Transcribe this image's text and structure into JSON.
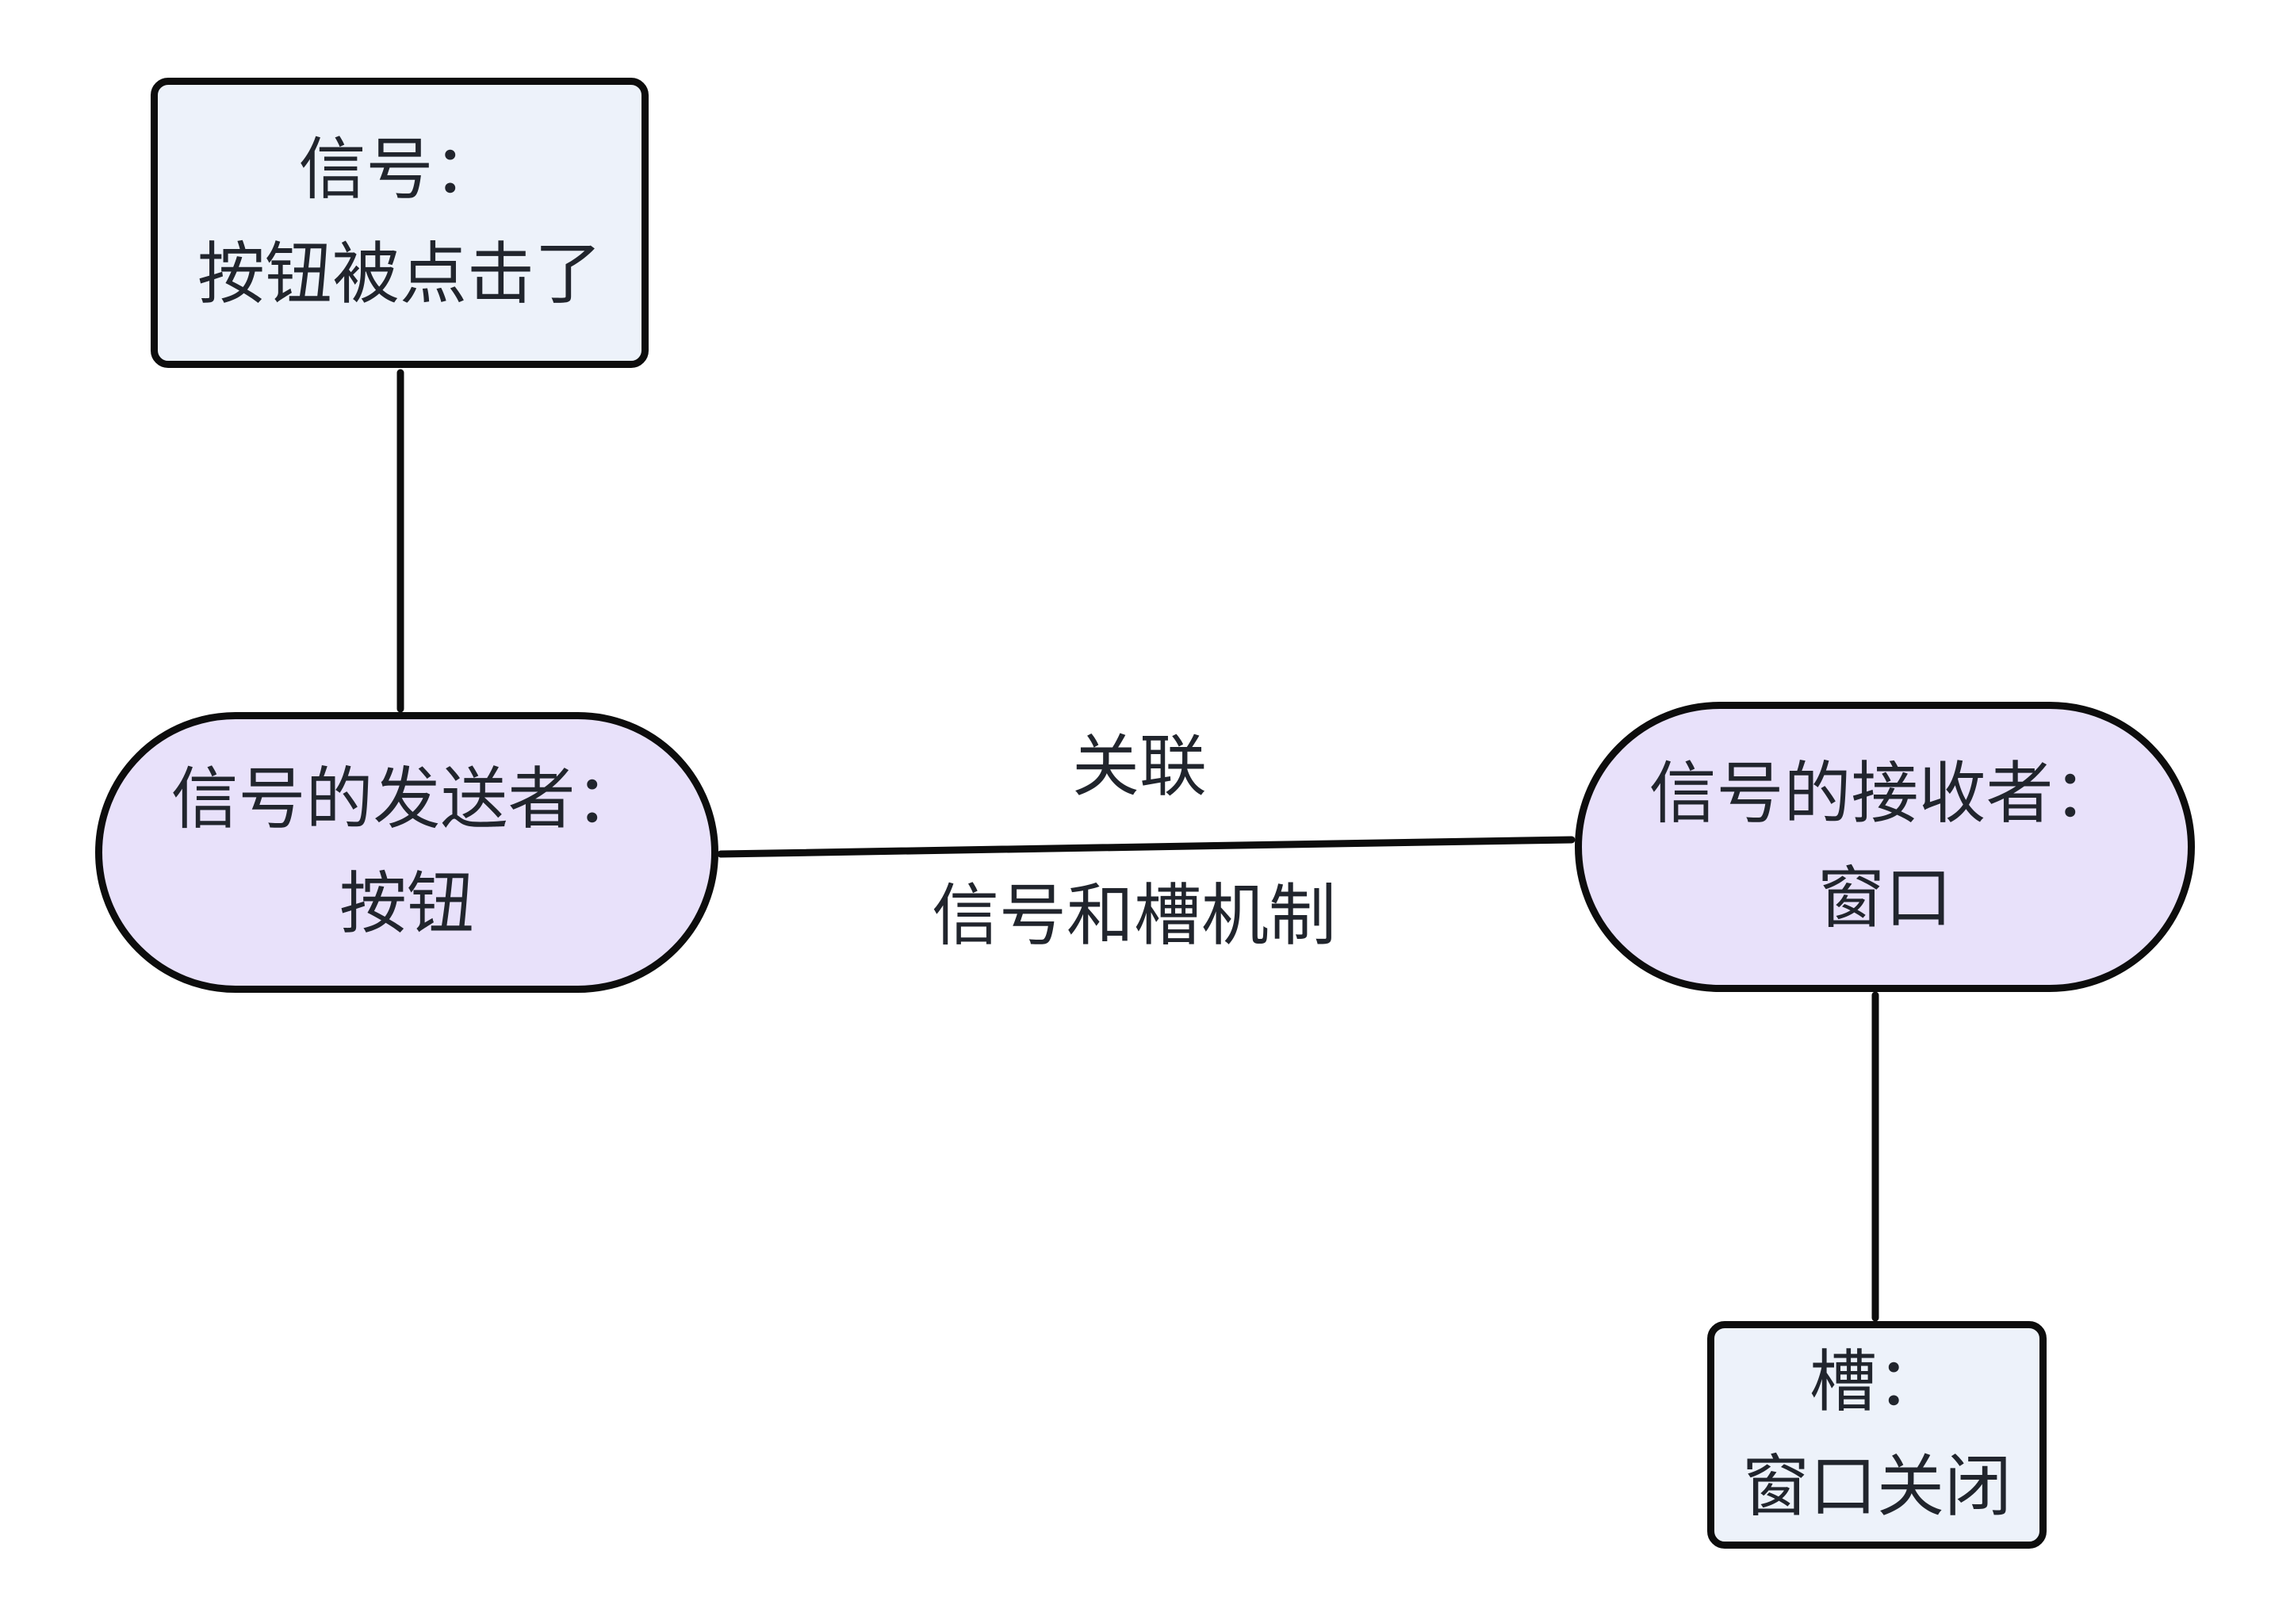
{
  "diagram_type": "flowchart",
  "colors": {
    "background": "#ffffff",
    "stroke": "#0d0d0d",
    "text": "#21252d",
    "rect_fill": "#edf2fa",
    "stadium_fill": "#e8e1fa"
  },
  "nodes": {
    "signal": {
      "shape": "rounded-rect",
      "line1": "信号：",
      "line2": "按钮被点击了"
    },
    "sender": {
      "shape": "stadium",
      "line1": "信号的发送者：",
      "line2": "按钮"
    },
    "receiver": {
      "shape": "stadium",
      "line1": "信号的接收者：",
      "line2": "窗口"
    },
    "slot": {
      "shape": "rounded-rect",
      "line1": "槽：",
      "line2": "窗口关闭"
    }
  },
  "edges": [
    {
      "from": "signal",
      "to": "sender"
    },
    {
      "from": "sender",
      "to": "receiver",
      "label_top": "关联",
      "label_bottom": "信号和槽机制"
    },
    {
      "from": "receiver",
      "to": "slot"
    }
  ]
}
